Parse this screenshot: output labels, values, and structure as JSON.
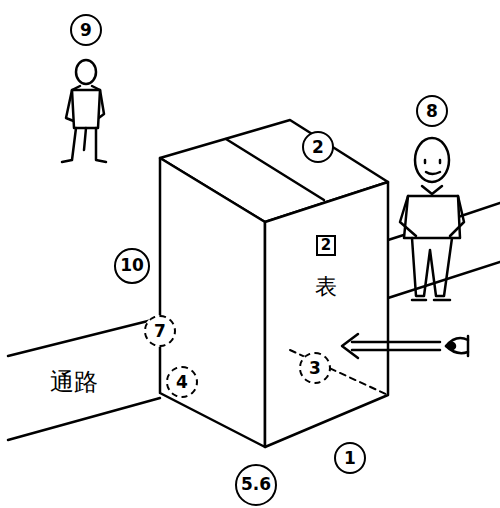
{
  "diagram": {
    "nodes": [
      {
        "text": [
          "9"
        ]
      },
      {
        "text": [
          "2"
        ]
      },
      {
        "text": [
          "8"
        ]
      },
      {
        "text": [
          "2"
        ]
      },
      {
        "text": [
          "10"
        ]
      },
      {
        "text": [
          "7"
        ]
      },
      {
        "text": [
          "3"
        ]
      },
      {
        "text": [
          "4"
        ]
      },
      {
        "text": [
          "1"
        ]
      },
      {
        "text": [
          "5.6"
        ]
      }
    ],
    "labels": [
      "表",
      "通路"
    ]
  }
}
